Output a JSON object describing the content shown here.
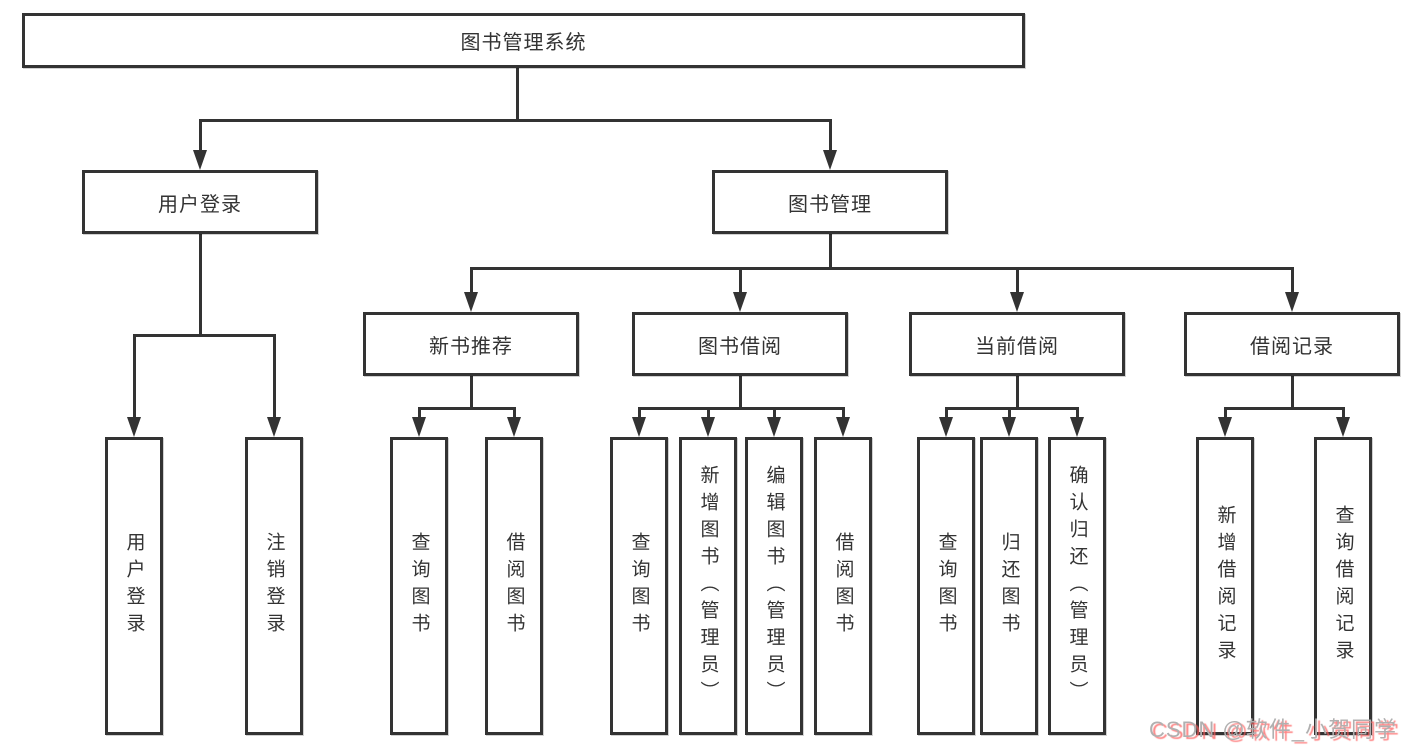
{
  "diagram": {
    "title": "图书管理系统",
    "root": {
      "label": "图书管理系统"
    },
    "level2": {
      "user_login": {
        "label": "用户登录"
      },
      "book_management": {
        "label": "图书管理"
      }
    },
    "level3": {
      "new_book_recommend": {
        "label": "新书推荐"
      },
      "book_borrow": {
        "label": "图书借阅"
      },
      "current_borrow": {
        "label": "当前借阅"
      },
      "borrow_records": {
        "label": "借阅记录"
      }
    },
    "leaves": {
      "user": [
        "用户登录",
        "注销登录"
      ],
      "newbook": [
        "查询图书",
        "借阅图书"
      ],
      "borrow": [
        "查询图书",
        "新增图书（管理员）",
        "编辑图书（管理员）",
        "借阅图书"
      ],
      "current": [
        "查询图书",
        "归还图书",
        "确认归还（管理员）"
      ],
      "records": [
        "新增借阅记录",
        "查询借阅记录"
      ]
    }
  },
  "watermark": {
    "text": "CSDN @软件_小贺同学"
  },
  "colors": {
    "line": "#333333",
    "text": "#333333",
    "background": "#ffffff",
    "watermark_gray": "#b0b0b0",
    "watermark_red": "#fd5d5d"
  }
}
